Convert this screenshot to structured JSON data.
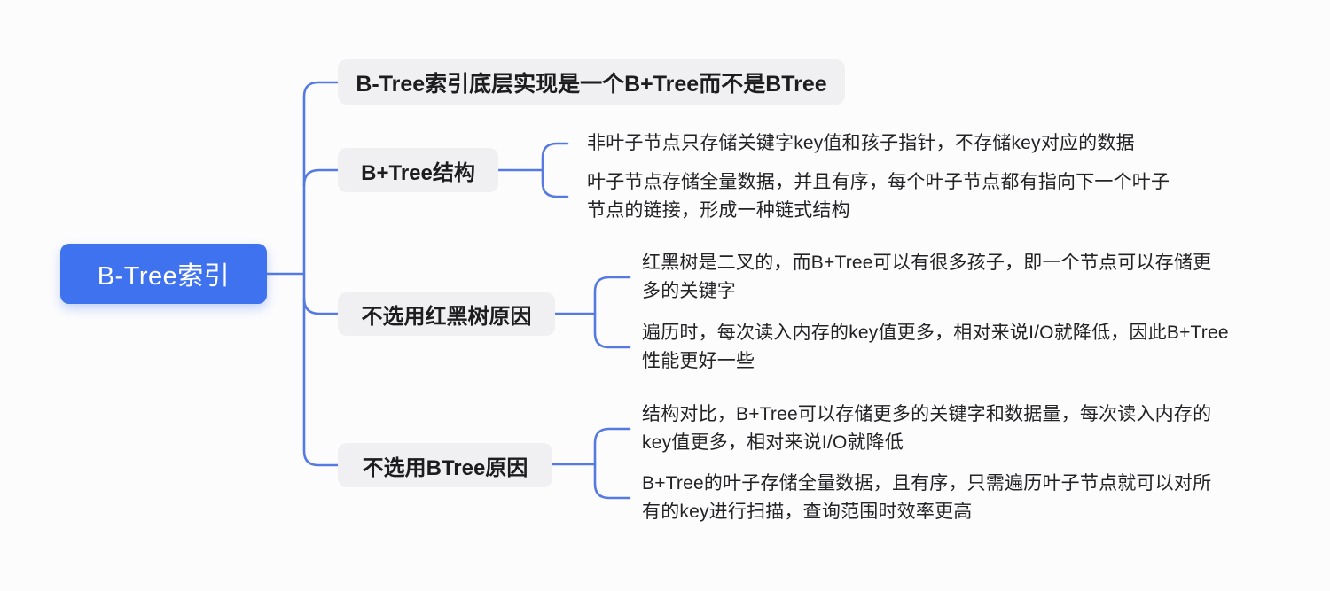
{
  "meta": {
    "type": "mindmap",
    "title": "B-Tree索引",
    "colors": {
      "background": "#fcfcfd",
      "edge": "#567ae0",
      "root_fill": "#3f72ee",
      "root_text": "#ffffff",
      "branch_fill": "#f0f0f2",
      "text": "#232326"
    }
  },
  "root": {
    "label": "B-Tree索引"
  },
  "branches": [
    {
      "label": "B-Tree索引底层实现是一个B+Tree而不是BTree",
      "children": []
    },
    {
      "label": "B+Tree结构",
      "children": [
        "非叶子节点只存储关键字key值和孩子指针，不存储key对应的数据",
        "叶子节点存储全量数据，并且有序，每个叶子节点都有指向下一个叶子\n节点的链接，形成一种链式结构"
      ]
    },
    {
      "label": "不选用红黑树原因",
      "children": [
        "红黑树是二叉的，而B+Tree可以有很多孩子，即一个节点可以存储更\n多的关键字",
        "遍历时，每次读入内存的key值更多，相对来说I/O就降低，因此B+Tree\n性能更好一些"
      ]
    },
    {
      "label": "不选用BTree原因",
      "children": [
        "结构对比，B+Tree可以存储更多的关键字和数据量，每次读入内存的\nkey值更多，相对来说I/O就降低",
        "B+Tree的叶子存储全量数据，且有序，只需遍历叶子节点就可以对所\n有的key进行扫描，查询范围时效率更高"
      ]
    }
  ]
}
